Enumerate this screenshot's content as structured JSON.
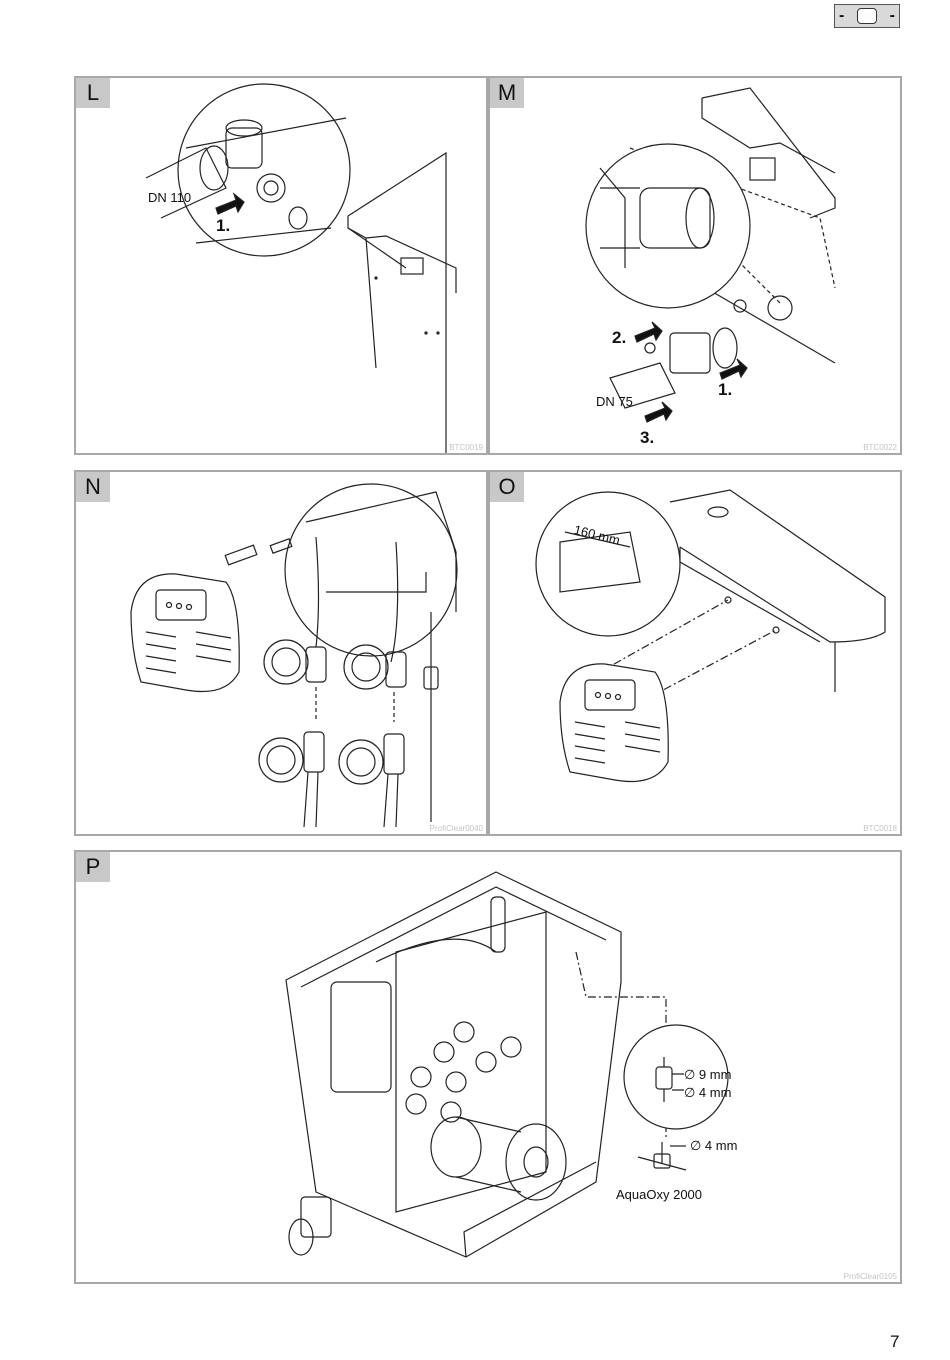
{
  "header": {
    "left_mark": "-",
    "right_mark": "-",
    "icon": "book-icon"
  },
  "panels": {
    "L": {
      "tag": "L",
      "code": "BTC0019",
      "dn_label": "DN 110",
      "step1": "1."
    },
    "M": {
      "tag": "M",
      "code": "BTC0022",
      "step1": "1.",
      "step2": "2.",
      "step3": "3.",
      "dn_label": "DN 75"
    },
    "N": {
      "tag": "N",
      "code": "ProfiClear0040"
    },
    "O": {
      "tag": "O",
      "code": "BTC0018",
      "distance": "160 mm"
    },
    "P": {
      "tag": "P",
      "code": "ProfiClear0105",
      "dim1": "∅ 9 mm",
      "dim2": "∅ 4 mm",
      "dim3": "∅ 4 mm",
      "product": "AquaOxy 2000"
    }
  },
  "page_number": "7"
}
